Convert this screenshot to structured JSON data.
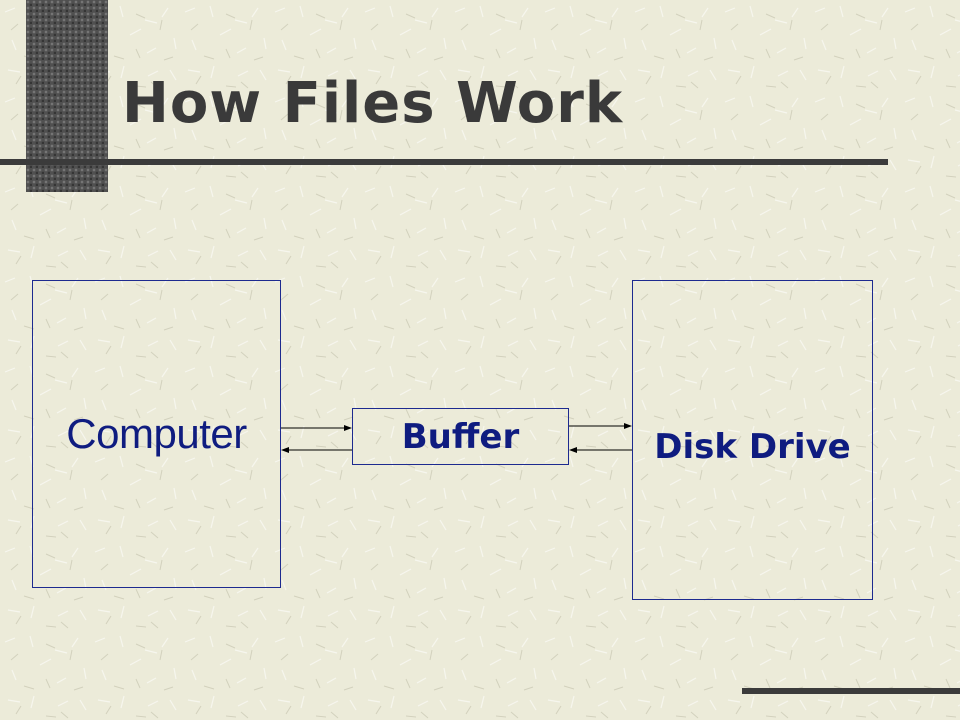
{
  "slide": {
    "title": "How Files Work"
  },
  "diagram": {
    "computer_label": "Computer",
    "buffer_label": "Buffer",
    "disk_label": "Disk Drive"
  },
  "colors": {
    "background": "#ecebd9",
    "title_text": "#3a3a3a",
    "diagram_text": "#0f1c80",
    "box_border": "#1d2a8f",
    "rule": "#3b3b3b"
  }
}
